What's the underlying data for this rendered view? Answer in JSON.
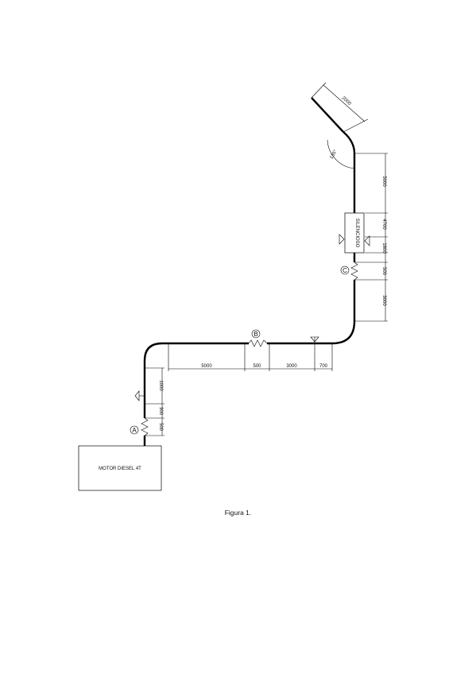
{
  "caption": "Figura 1.",
  "components": {
    "motor": "MOTOR DIESEL 4T",
    "silencer": "SILENCIOSO"
  },
  "joint_labels": {
    "a": "A",
    "b": "B",
    "c": "C"
  },
  "dimensions": {
    "d_500_a": "500",
    "d_300": "300",
    "d_1000": "1000",
    "d_5000_h": "5000",
    "d_500_b": "500",
    "d_3000_h": "3000",
    "d_700": "700",
    "d_3000_v": "3000",
    "d_500_c": "500",
    "d_1800": "1800",
    "d_4700": "4700",
    "d_5000_v": "5000",
    "d_2000": "2000",
    "angle": "135°"
  }
}
